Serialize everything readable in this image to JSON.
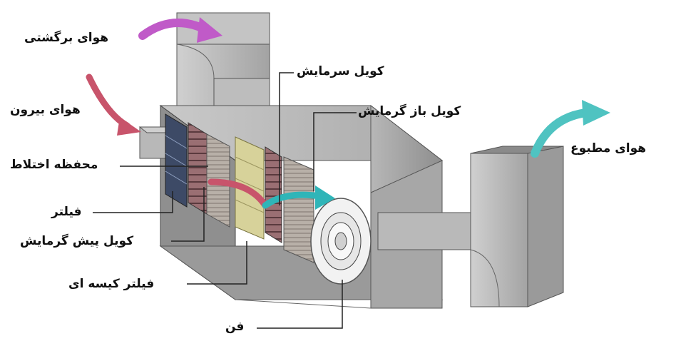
{
  "labels": {
    "return_air": "هوای برگشتی",
    "outside_air": "هوای بیرون",
    "mixing_chamber": "محفظه اختلاط",
    "filter": "فیلتر",
    "preheat_coil": "کویل پیش گرمایش",
    "bag_filter": "فیلتر کیسه ای",
    "fan": "فن",
    "cooling_coil": "کویل سرمایش",
    "reheat_coil": "کویل باز گرمایش",
    "supply_air": "هوای مطبوع"
  },
  "colors": {
    "return_air_arrow": "#c05ac8",
    "outside_air_arrow": "#c8546b",
    "supply_air_arrow": "#4fc3c1",
    "airflow_arrow_in": "#c8546b",
    "airflow_arrow_out": "#2fb5b8",
    "casing": "#b9b9b9",
    "bag_filter_fill": "#d7d29a",
    "leader_line": "#222222"
  }
}
